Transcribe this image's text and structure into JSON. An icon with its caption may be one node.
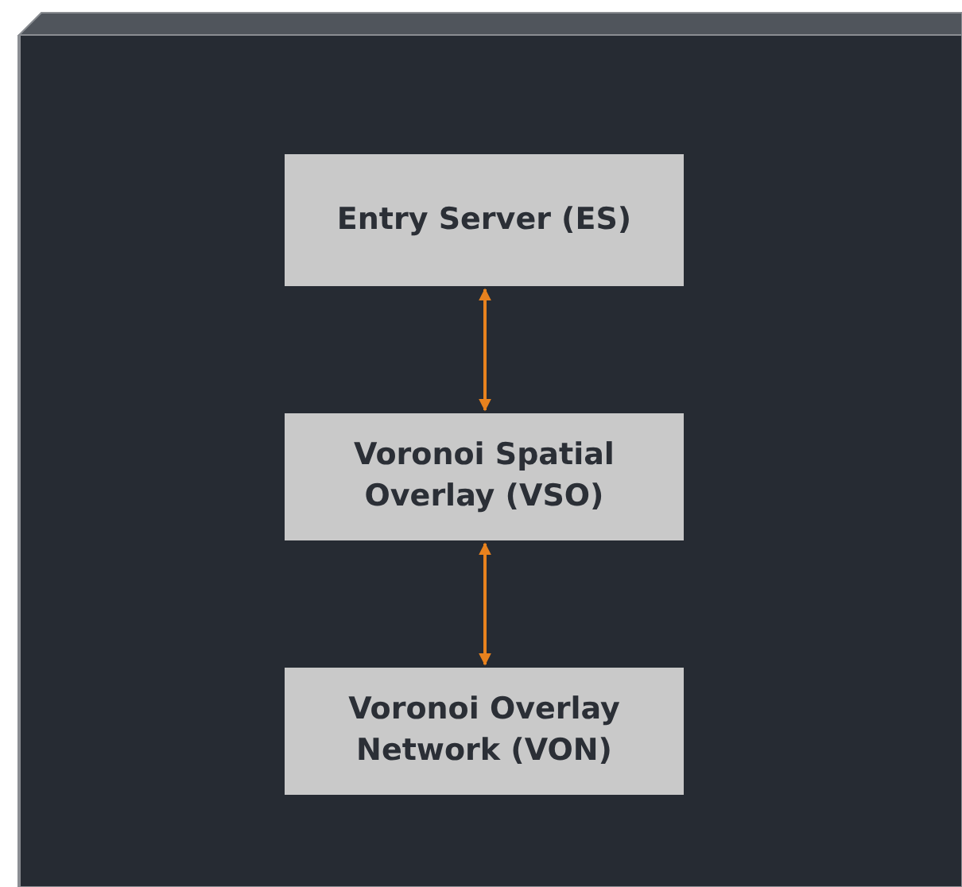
{
  "diagram": {
    "nodes": [
      {
        "text": [],
        "shape": "box"
      },
      {
        "text": [
          "Entry Server (ES)"
        ],
        "in": 0
      },
      {
        "text": [
          "Voronoi Spatial Overlay (VSO)"
        ],
        "in": 0
      },
      {
        "text": [
          "Voronoi Overlay Network (VON)"
        ],
        "in": 0
      }
    ],
    "edges": [
      {
        "from": 1,
        "to": 2,
        "arrow": "both"
      },
      {
        "from": 2,
        "to": 3,
        "arrow": "both"
      }
    ]
  }
}
